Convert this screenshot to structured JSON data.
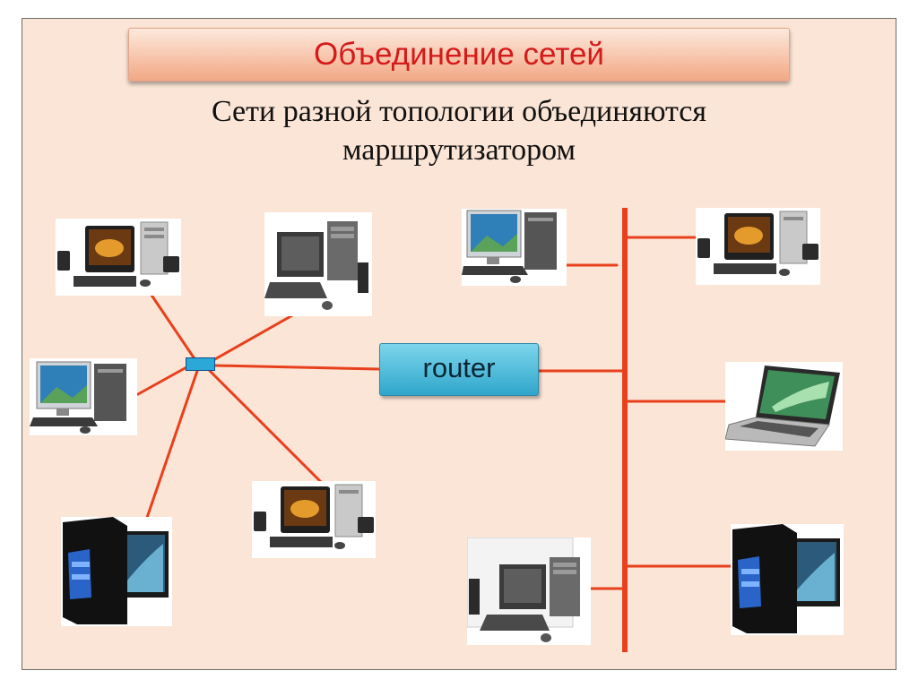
{
  "slide": {
    "title": "Объединение сетей",
    "subtitle_line1": "Сети разной топологии объединяются",
    "subtitle_line2": "маршрутизатором"
  },
  "router": {
    "label": "router"
  },
  "topologies": {
    "star": {
      "hub": "hub",
      "computers": [
        "pc-top-left",
        "pc-top-center",
        "pc-mid-left",
        "pc-lower-center",
        "pc-bottom-left"
      ]
    },
    "bus": {
      "computers": [
        "pc-bus-top-left",
        "pc-bus-top-right",
        "laptop-bus-right",
        "pc-bus-bottom-left",
        "pc-bus-bottom-right"
      ]
    }
  },
  "colors": {
    "link": "#e8401c",
    "title_text": "#d51a1a",
    "router_fill": "#3fb4d6",
    "hub_fill": "#2aa8d8",
    "background": "#fbe5d6"
  },
  "icons": [
    "desktop-computer-icon",
    "laptop-icon",
    "gaming-tower-icon",
    "router-icon",
    "hub-icon"
  ]
}
